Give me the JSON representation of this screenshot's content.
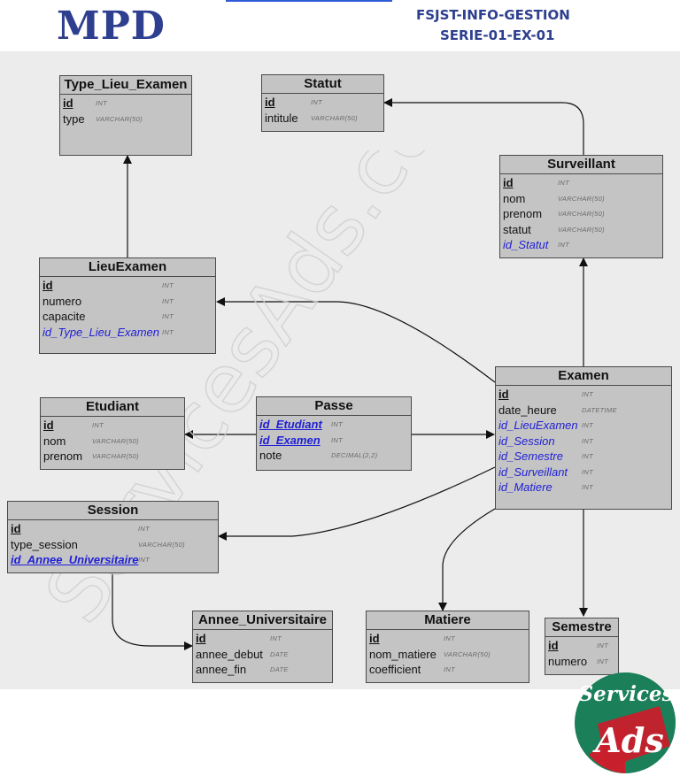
{
  "header": {
    "title": "MPD",
    "subtitle_line1": "FSJST-INFO-GESTION",
    "subtitle_line2": "SERIE-01-EX-01"
  },
  "watermark": "ServicesAds.com",
  "logo": {
    "top_text": "Services",
    "bottom_text": "Ads",
    "colors": [
      "#1b7f5a",
      "#c8202c",
      "#ffffff"
    ]
  },
  "tables": {
    "type_lieu_examen": {
      "name": "Type_Lieu_Examen",
      "cols": [
        {
          "name": "id",
          "type": "INT",
          "kind": "pk"
        },
        {
          "name": "type",
          "type": "VARCHAR(50)",
          "kind": "plain"
        }
      ]
    },
    "statut": {
      "name": "Statut",
      "cols": [
        {
          "name": "id",
          "type": "INT",
          "kind": "pk"
        },
        {
          "name": "intitule",
          "type": "VARCHAR(50)",
          "kind": "plain"
        }
      ]
    },
    "surveillant": {
      "name": "Surveillant",
      "cols": [
        {
          "name": "id",
          "type": "INT",
          "kind": "pk"
        },
        {
          "name": "nom",
          "type": "VARCHAR(50)",
          "kind": "plain"
        },
        {
          "name": "prenom",
          "type": "VARCHAR(50)",
          "kind": "plain"
        },
        {
          "name": "statut",
          "type": "VARCHAR(50)",
          "kind": "plain"
        },
        {
          "name": "id_Statut",
          "type": "INT",
          "kind": "fk"
        }
      ]
    },
    "lieu_examen": {
      "name": "LieuExamen",
      "cols": [
        {
          "name": "id",
          "type": "INT",
          "kind": "pk"
        },
        {
          "name": "numero",
          "type": "INT",
          "kind": "plain"
        },
        {
          "name": "capacite",
          "type": "INT",
          "kind": "plain"
        },
        {
          "name": "id_Type_Lieu_Examen",
          "type": "INT",
          "kind": "fk"
        }
      ]
    },
    "etudiant": {
      "name": "Etudiant",
      "cols": [
        {
          "name": "id",
          "type": "INT",
          "kind": "pk"
        },
        {
          "name": "nom",
          "type": "VARCHAR(50)",
          "kind": "plain"
        },
        {
          "name": "prenom",
          "type": "VARCHAR(50)",
          "kind": "plain"
        }
      ]
    },
    "passe": {
      "name": "Passe",
      "cols": [
        {
          "name": "id_Etudiant",
          "type": "INT",
          "kind": "pkfk"
        },
        {
          "name": "id_Examen",
          "type": "INT",
          "kind": "pkfk"
        },
        {
          "name": "note",
          "type": "DECIMAL(2,2)",
          "kind": "plain"
        }
      ]
    },
    "examen": {
      "name": "Examen",
      "cols": [
        {
          "name": "id",
          "type": "INT",
          "kind": "pk"
        },
        {
          "name": "date_heure",
          "type": "DATETIME",
          "kind": "plain"
        },
        {
          "name": "id_LieuExamen",
          "type": "INT",
          "kind": "fk"
        },
        {
          "name": "id_Session",
          "type": "INT",
          "kind": "fk"
        },
        {
          "name": "id_Semestre",
          "type": "INT",
          "kind": "fk"
        },
        {
          "name": "id_Surveillant",
          "type": "INT",
          "kind": "fk"
        },
        {
          "name": "id_Matiere",
          "type": "INT",
          "kind": "fk"
        }
      ]
    },
    "session": {
      "name": "Session",
      "cols": [
        {
          "name": "id",
          "type": "INT",
          "kind": "pk"
        },
        {
          "name": "type_session",
          "type": "VARCHAR(50)",
          "kind": "plain"
        },
        {
          "name": "id_Annee_Universitaire",
          "type": "INT",
          "kind": "pkfk"
        }
      ]
    },
    "annee_universitaire": {
      "name": "Annee_Universitaire",
      "cols": [
        {
          "name": "id",
          "type": "INT",
          "kind": "pk"
        },
        {
          "name": "annee_debut",
          "type": "DATE",
          "kind": "plain"
        },
        {
          "name": "annee_fin",
          "type": "DATE",
          "kind": "plain"
        }
      ]
    },
    "matiere": {
      "name": "Matiere",
      "cols": [
        {
          "name": "id",
          "type": "INT",
          "kind": "pk"
        },
        {
          "name": "nom_matiere",
          "type": "VARCHAR(50)",
          "kind": "plain"
        },
        {
          "name": "coefficient",
          "type": "INT",
          "kind": "plain"
        }
      ]
    },
    "semestre": {
      "name": "Semestre",
      "cols": [
        {
          "name": "id",
          "type": "INT",
          "kind": "pk"
        },
        {
          "name": "numero",
          "type": "INT",
          "kind": "plain"
        }
      ]
    }
  }
}
